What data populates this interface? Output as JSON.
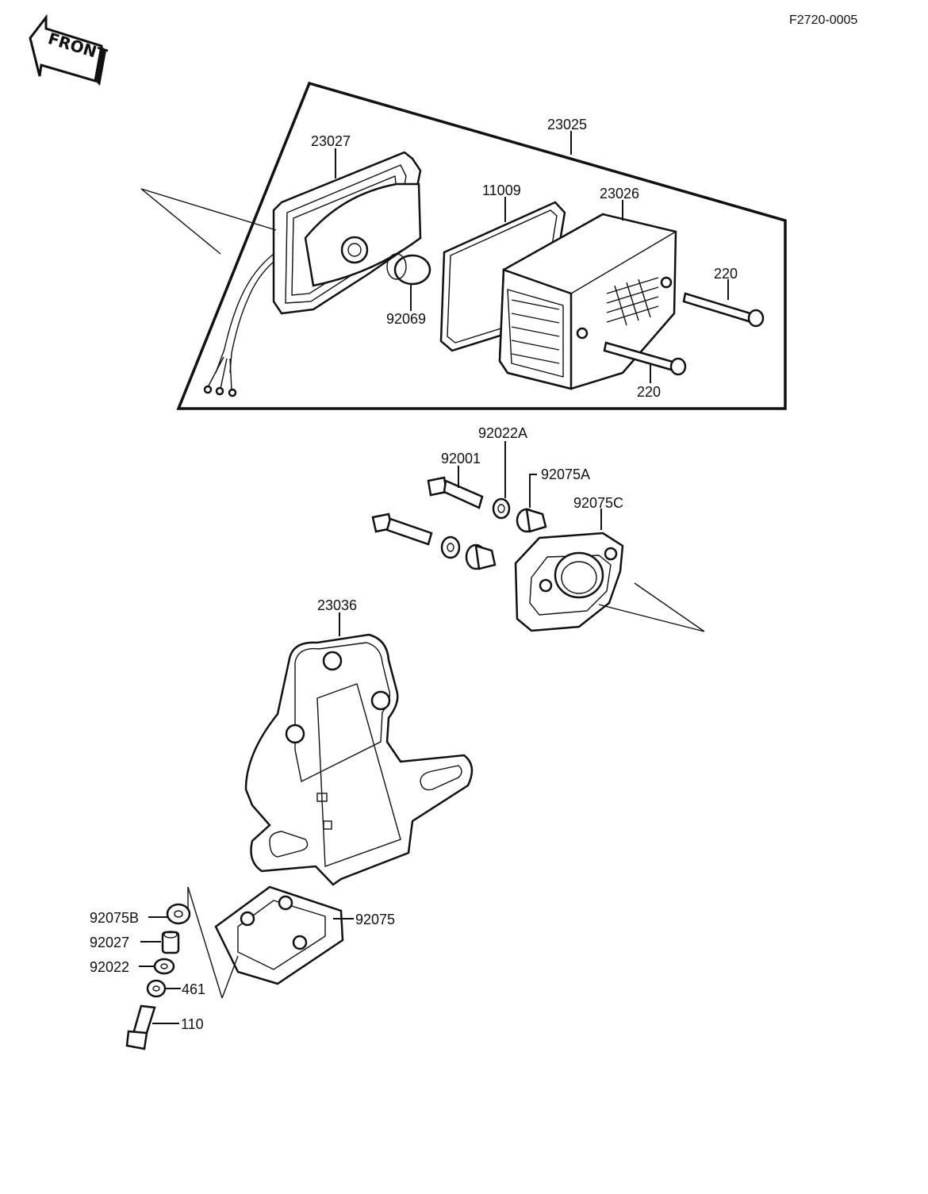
{
  "drawing": {
    "reference": "F2720-0005",
    "front_arrow": "FRONT"
  },
  "parts": {
    "p23025": "23025",
    "p23027": "23027",
    "p11009": "11009",
    "p23026": "23026",
    "p220a": "220",
    "p220b": "220",
    "p92069": "92069",
    "p92022A": "92022A",
    "p92001": "92001",
    "p92075A": "92075A",
    "p92075C": "92075C",
    "p23036": "23036",
    "p92075B": "92075B",
    "p92027": "92027",
    "p92022": "92022",
    "p461": "461",
    "p110": "110",
    "p92075": "92075"
  }
}
